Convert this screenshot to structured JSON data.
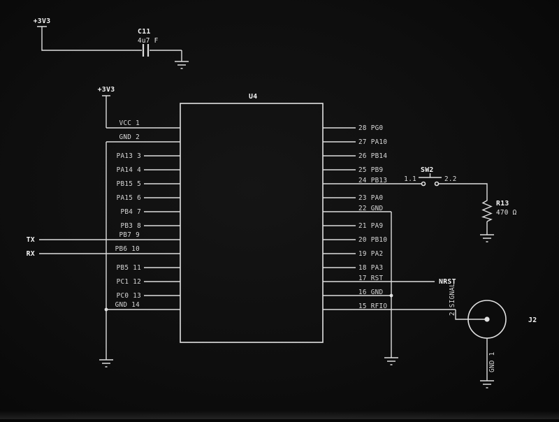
{
  "colors": {
    "background": "#0e0e0e",
    "wire": "#dedede",
    "text": "#d9d9d9",
    "reference_text": "#f4f4f4"
  },
  "power": {
    "flag_top": "+3V3",
    "flag_mcu": "+3V3"
  },
  "capacitor": {
    "ref": "C11",
    "value": "4u7 F"
  },
  "ic": {
    "ref": "U4",
    "left_pins": [
      "VCC 1",
      "GND 2",
      "PA13 3",
      "PA14 4",
      "PB15 5",
      "PA15 6",
      "PB4 7",
      "PB3 8",
      "PB7 9",
      "PB6 10",
      "PB5 11",
      "PC1 12",
      "PC0 13",
      "GND 14"
    ],
    "right_pins": [
      "28 PG0",
      "27 PA10",
      "26 PB14",
      "25 PB9",
      "24 PB13",
      "23 PA0",
      "22 GND",
      "21 PA9",
      "20 PB10",
      "19 PA2",
      "18 PA3",
      "17 RST",
      "16 GND",
      "15 RFIO"
    ]
  },
  "nets": {
    "tx": "TX",
    "rx": "RX",
    "nrst": "NRST"
  },
  "switch": {
    "ref": "SW2",
    "pin_left": "1.1",
    "pin_right": "2.2"
  },
  "resistor": {
    "ref": "R13",
    "value": "470 Ω"
  },
  "connector": {
    "ref": "J2",
    "pin_signal": "2 SIGNAL",
    "pin_gnd": "GND 1"
  }
}
